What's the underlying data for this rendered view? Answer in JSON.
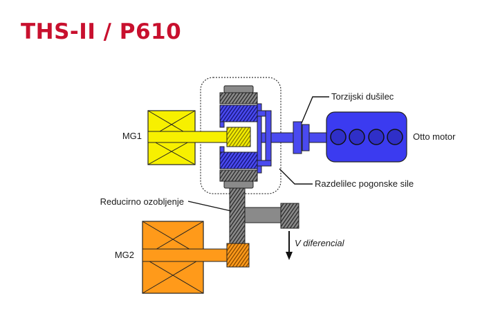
{
  "title": "THS-II /  P610",
  "labels": {
    "mg1": "MG1",
    "mg2": "MG2",
    "torsion_damper": "Torzijski dušilec",
    "engine": "Otto motor",
    "power_split": "Razdelilec pogonske sile",
    "reduction_gear": "Reducirno ozobljenje",
    "differential": "V diferencial"
  },
  "colors": {
    "title": "#c8102e",
    "mg1": "#f7f000",
    "mg2": "#ff9a1a",
    "planetary_blue": "#4a4af0",
    "engine_blue": "#3b3bf0",
    "gear_gray": "#8a8a8a",
    "gear_dark": "#555555"
  }
}
